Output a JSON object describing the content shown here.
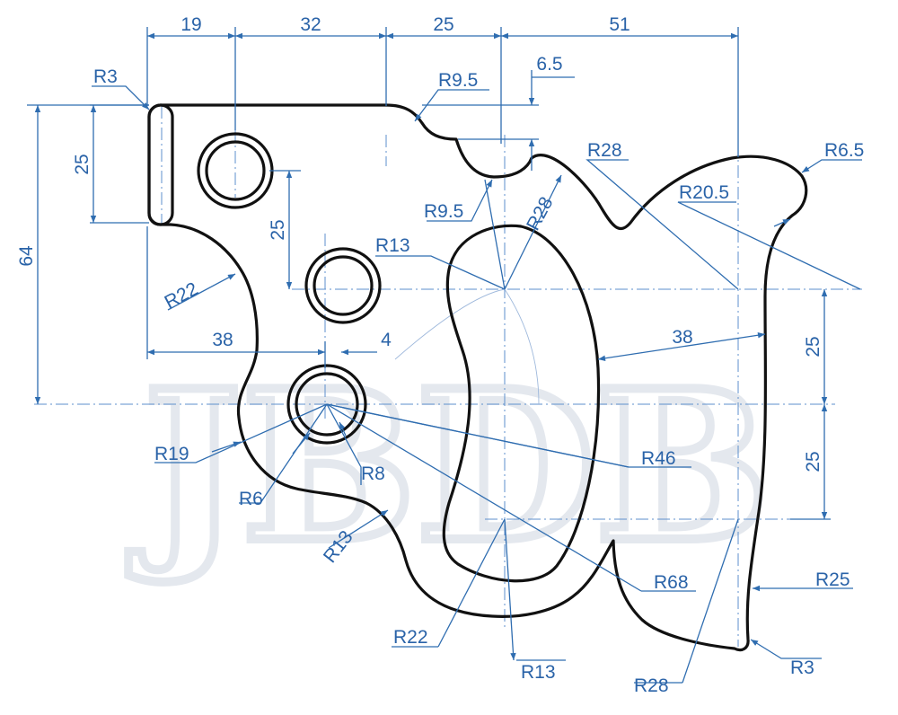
{
  "colors": {
    "part_outline": "#111111",
    "dimension": "#2f6db0",
    "centerline": "#5e8fcc",
    "background": "#ffffff",
    "watermark": "#e4e8ee"
  },
  "watermark": {
    "text": "JBDB"
  },
  "dimensions": {
    "top_19": "19",
    "top_32": "32",
    "top_25": "25",
    "top_51": "51",
    "top_6_5": "6.5",
    "left_64": "64",
    "left_25": "25",
    "mid_25": "25",
    "horiz_38": "38",
    "horiz_4": "4",
    "slot_38": "38",
    "right_25_upper": "25",
    "right_25_lower": "25"
  },
  "radii": {
    "r3_top": "R3",
    "r9_5_top": "R9.5",
    "r28_top": "R28",
    "r6_5": "R6.5",
    "r20_5": "R20.5",
    "r9_5_mid": "R9.5",
    "r28_mid": "R28",
    "r13_upper": "R13",
    "r22_left": "R22",
    "r19": "R19",
    "r6": "R6",
    "r8": "R8",
    "r46": "R46",
    "r13_lower_left": "R13",
    "r68": "R68",
    "r25": "R25",
    "r22_bottom": "R22",
    "r13_bottom": "R13",
    "r28_bottom": "R28",
    "r3_bottom": "R3"
  }
}
